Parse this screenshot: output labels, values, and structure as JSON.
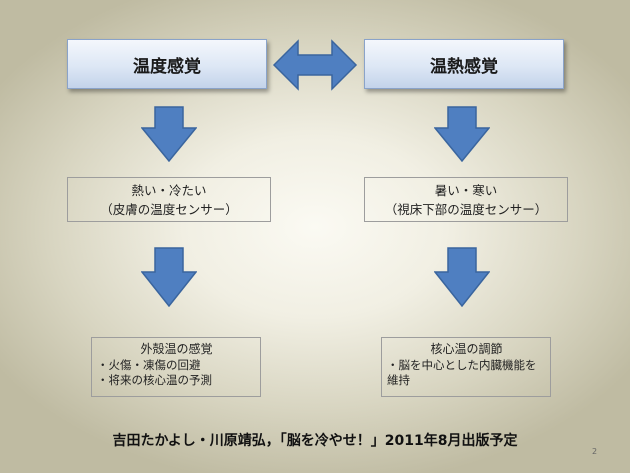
{
  "header": {
    "left_title": "温度感覚",
    "right_title": "温熱感覚"
  },
  "middle": {
    "left": {
      "line1": "熱い・冷たい",
      "line2": "（皮膚の温度センサー）"
    },
    "right": {
      "line1": "暑い・寒い",
      "line2": "（視床下部の温度センサー）"
    }
  },
  "bottom": {
    "left": {
      "title": "外殻温の感覚",
      "items": [
        "・火傷・凍傷の回避",
        "・将来の核心温の予測"
      ]
    },
    "right": {
      "title": "核心温の調節",
      "items": [
        "・脳を中心とした内臓機能を維持"
      ]
    }
  },
  "footer": {
    "citation": "吉田たかよし・川原靖弘，「脳を冷やせ！」2011年8月出版予定"
  },
  "page_number": "2",
  "colors": {
    "arrow": "#4f7fc1",
    "arrow_stroke": "#3a659e",
    "header_border": "#8aa3c9"
  }
}
